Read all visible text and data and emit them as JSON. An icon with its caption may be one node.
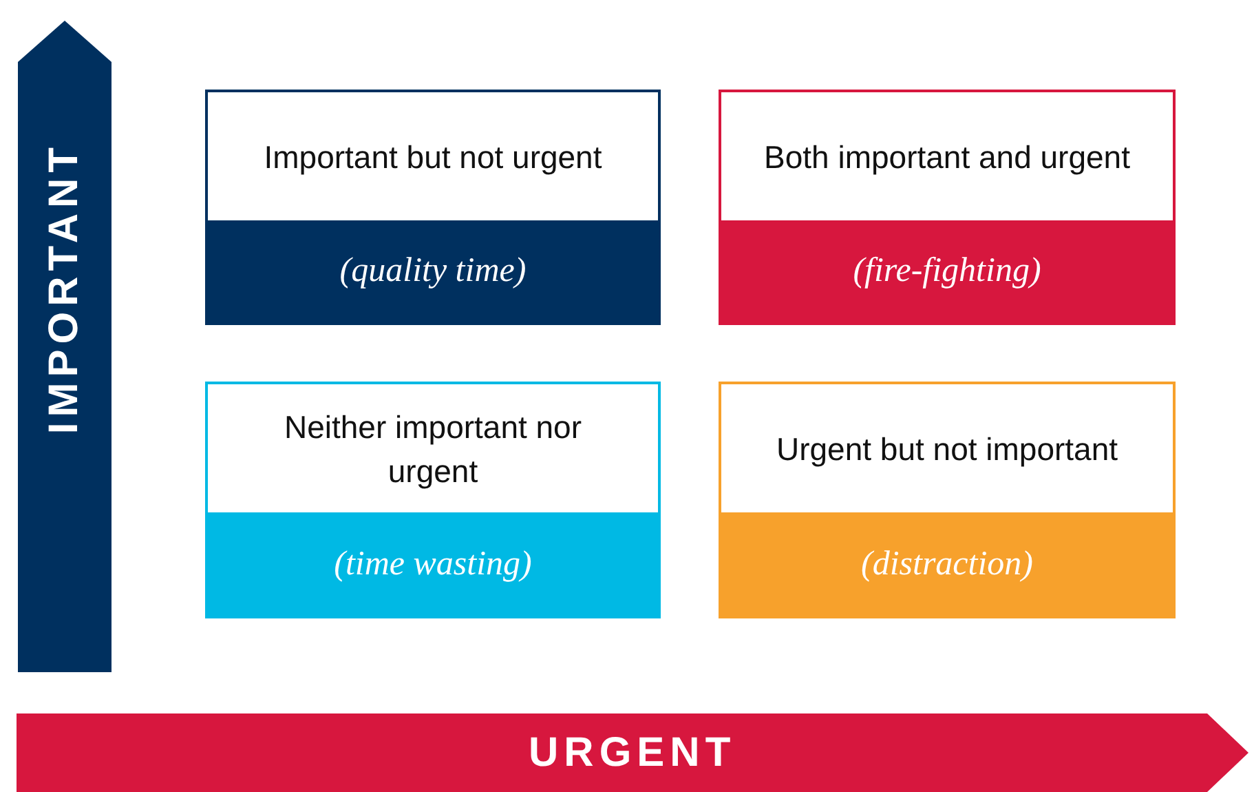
{
  "diagram": {
    "nodes": [
      {
        "text": [
          "IMPORTANT"
        ]
      },
      {
        "text": [
          "Important but not urgent",
          "(quality time)"
        ]
      },
      {
        "text": [
          "Both important and urgent",
          "(fire-fighting)"
        ]
      },
      {
        "text": [
          "Neither important nor urgent",
          "(time wasting)"
        ]
      },
      {
        "text": [
          "Urgent but not important",
          "(distraction)"
        ]
      },
      {
        "text": [
          "URGENT"
        ]
      }
    ]
  }
}
